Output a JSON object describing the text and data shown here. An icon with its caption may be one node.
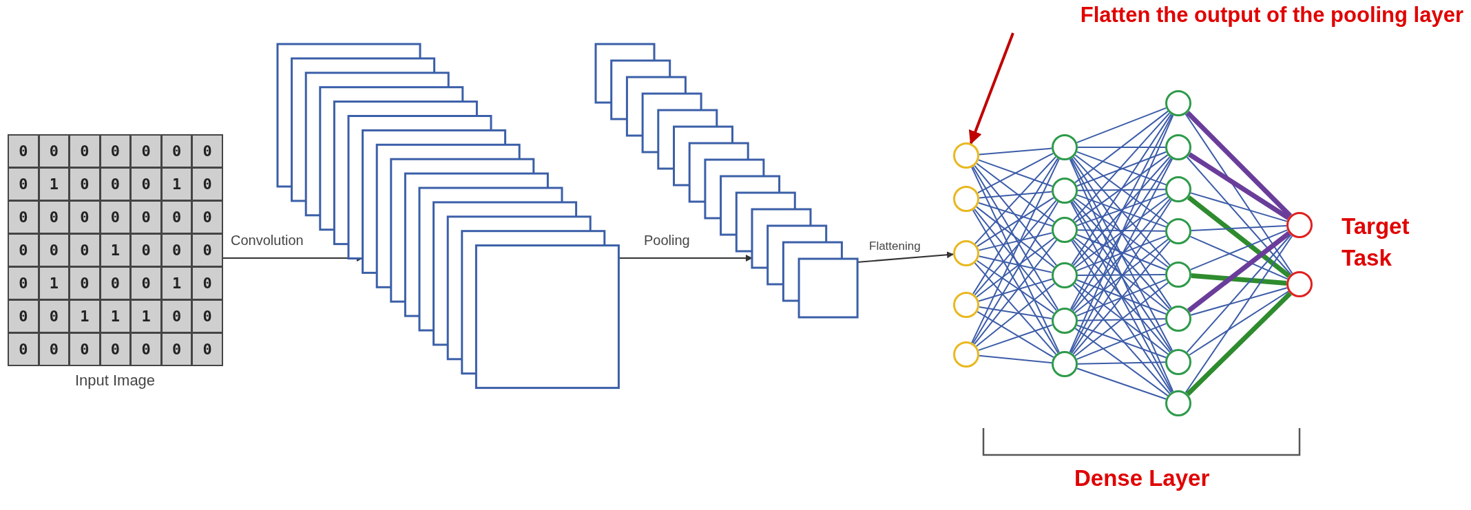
{
  "diagram": {
    "nodes": [
      {
        "text": [],
        "shape": "box",
        "beside": [
          "Input Image"
        ]
      },
      {
        "text": [],
        "shape": "box"
      },
      {
        "text": [],
        "shape": "box"
      },
      {
        "text": [
          "Flatten the output of the pooling layer"
        ]
      },
      {
        "text": [],
        "shape": "circle"
      },
      {
        "text": [],
        "shape": "circle"
      },
      {
        "text": [],
        "shape": "circle"
      },
      {
        "text": [],
        "shape": "circle"
      },
      {
        "text": [],
        "shape": "circle"
      },
      {
        "text": [],
        "shape": "circle"
      },
      {
        "text": [],
        "shape": "circle"
      },
      {
        "text": [],
        "shape": "circle"
      },
      {
        "text": [],
        "shape": "circle"
      },
      {
        "text": [],
        "shape": "circle"
      },
      {
        "text": [],
        "shape": "circle"
      },
      {
        "text": [],
        "shape": "circle"
      },
      {
        "text": [],
        "shape": "circle"
      },
      {
        "text": [],
        "shape": "circle"
      },
      {
        "text": [],
        "shape": "circle"
      },
      {
        "text": [],
        "shape": "circle"
      },
      {
        "text": [],
        "shape": "circle"
      },
      {
        "text": [],
        "shape": "circle"
      },
      {
        "text": [],
        "shape": "circle"
      },
      {
        "text": [],
        "shape": "circle"
      },
      {
        "text": [],
        "shape": "circle"
      }
    ],
    "edges": [
      {
        "from": 0,
        "to": 1,
        "arrow": "to",
        "label": "Convolution",
        "color": "#333333"
      },
      {
        "from": 1,
        "to": 2,
        "arrow": "to",
        "label": "Pooling",
        "color": "#333333"
      },
      {
        "from": 2,
        "to": 6,
        "arrow": "to",
        "label": "Flattening",
        "color": "#333333"
      },
      {
        "from": 3,
        "to": 4,
        "arrow": "to",
        "color": "#c00000"
      },
      {
        "from": 4,
        "to": 9,
        "arrow": "none"
      },
      {
        "from": 4,
        "to": 10,
        "arrow": "none"
      },
      {
        "from": 4,
        "to": 11,
        "arrow": "none"
      },
      {
        "from": 4,
        "to": 12,
        "arrow": "none"
      },
      {
        "from": 4,
        "to": 13,
        "arrow": "none"
      },
      {
        "from": 4,
        "to": 14,
        "arrow": "none"
      },
      {
        "from": 5,
        "to": 9,
        "arrow": "none"
      },
      {
        "from": 5,
        "to": 10,
        "arrow": "none"
      },
      {
        "from": 5,
        "to": 11,
        "arrow": "none"
      },
      {
        "from": 5,
        "to": 12,
        "arrow": "none"
      },
      {
        "from": 5,
        "to": 13,
        "arrow": "none"
      },
      {
        "from": 5,
        "to": 14,
        "arrow": "none"
      },
      {
        "from": 6,
        "to": 9,
        "arrow": "none"
      },
      {
        "from": 6,
        "to": 10,
        "arrow": "none"
      },
      {
        "from": 6,
        "to": 11,
        "arrow": "none"
      },
      {
        "from": 6,
        "to": 12,
        "arrow": "none"
      },
      {
        "from": 6,
        "to": 13,
        "arrow": "none"
      },
      {
        "from": 6,
        "to": 14,
        "arrow": "none"
      },
      {
        "from": 7,
        "to": 9,
        "arrow": "none"
      },
      {
        "from": 7,
        "to": 10,
        "arrow": "none"
      },
      {
        "from": 7,
        "to": 11,
        "arrow": "none"
      },
      {
        "from": 7,
        "to": 12,
        "arrow": "none"
      },
      {
        "from": 7,
        "to": 13,
        "arrow": "none"
      },
      {
        "from": 7,
        "to": 14,
        "arrow": "none"
      },
      {
        "from": 8,
        "to": 9,
        "arrow": "none"
      },
      {
        "from": 8,
        "to": 10,
        "arrow": "none"
      },
      {
        "from": 8,
        "to": 11,
        "arrow": "none"
      },
      {
        "from": 8,
        "to": 12,
        "arrow": "none"
      },
      {
        "from": 8,
        "to": 13,
        "arrow": "none"
      },
      {
        "from": 8,
        "to": 14,
        "arrow": "none"
      },
      {
        "from": 9,
        "to": 15,
        "arrow": "none"
      },
      {
        "from": 9,
        "to": 16,
        "arrow": "none"
      },
      {
        "from": 9,
        "to": 17,
        "arrow": "none"
      },
      {
        "from": 9,
        "to": 18,
        "arrow": "none"
      },
      {
        "from": 9,
        "to": 19,
        "arrow": "none"
      },
      {
        "from": 9,
        "to": 20,
        "arrow": "none"
      },
      {
        "from": 9,
        "to": 21,
        "arrow": "none"
      },
      {
        "from": 9,
        "to": 22,
        "arrow": "none"
      },
      {
        "from": 10,
        "to": 15,
        "arrow": "none"
      },
      {
        "from": 10,
        "to": 16,
        "arrow": "none"
      },
      {
        "from": 10,
        "to": 17,
        "arrow": "none"
      },
      {
        "from": 10,
        "to": 18,
        "arrow": "none"
      },
      {
        "from": 10,
        "to": 19,
        "arrow": "none"
      },
      {
        "from": 10,
        "to": 20,
        "arrow": "none"
      },
      {
        "from": 10,
        "to": 21,
        "arrow": "none"
      },
      {
        "from": 10,
        "to": 22,
        "arrow": "none"
      },
      {
        "from": 11,
        "to": 15,
        "arrow": "none"
      },
      {
        "from": 11,
        "to": 16,
        "arrow": "none"
      },
      {
        "from": 11,
        "to": 17,
        "arrow": "none"
      },
      {
        "from": 11,
        "to": 18,
        "arrow": "none"
      },
      {
        "from": 11,
        "to": 19,
        "arrow": "none"
      },
      {
        "from": 11,
        "to": 20,
        "arrow": "none"
      },
      {
        "from": 11,
        "to": 21,
        "arrow": "none"
      },
      {
        "from": 11,
        "to": 22,
        "arrow": "none"
      },
      {
        "from": 12,
        "to": 15,
        "arrow": "none"
      },
      {
        "from": 12,
        "to": 16,
        "arrow": "none"
      },
      {
        "from": 12,
        "to": 17,
        "arrow": "none"
      },
      {
        "from": 12,
        "to": 18,
        "arrow": "none"
      },
      {
        "from": 12,
        "to": 19,
        "arrow": "none"
      },
      {
        "from": 12,
        "to": 20,
        "arrow": "none"
      },
      {
        "from": 12,
        "to": 21,
        "arrow": "none"
      },
      {
        "from": 12,
        "to": 22,
        "arrow": "none"
      },
      {
        "from": 13,
        "to": 15,
        "arrow": "none"
      },
      {
        "from": 13,
        "to": 16,
        "arrow": "none"
      },
      {
        "from": 13,
        "to": 17,
        "arrow": "none"
      },
      {
        "from": 13,
        "to": 18,
        "arrow": "none"
      },
      {
        "from": 13,
        "to": 19,
        "arrow": "none"
      },
      {
        "from": 13,
        "to": 20,
        "arrow": "none"
      },
      {
        "from": 13,
        "to": 21,
        "arrow": "none"
      },
      {
        "from": 13,
        "to": 22,
        "arrow": "none"
      },
      {
        "from": 14,
        "to": 15,
        "arrow": "none"
      },
      {
        "from": 14,
        "to": 16,
        "arrow": "none"
      },
      {
        "from": 14,
        "to": 17,
        "arrow": "none"
      },
      {
        "from": 14,
        "to": 18,
        "arrow": "none"
      },
      {
        "from": 14,
        "to": 19,
        "arrow": "none"
      },
      {
        "from": 14,
        "to": 20,
        "arrow": "none"
      },
      {
        "from": 14,
        "to": 21,
        "arrow": "none"
      },
      {
        "from": 14,
        "to": 22,
        "arrow": "none"
      },
      {
        "from": 15,
        "to": 23,
        "arrow": "none",
        "style": "thick",
        "color": "#6a3d9a"
      },
      {
        "from": 15,
        "to": 24,
        "arrow": "none"
      },
      {
        "from": 16,
        "to": 23,
        "arrow": "none",
        "style": "thick",
        "color": "#6a3d9a"
      },
      {
        "from": 16,
        "to": 24,
        "arrow": "none"
      },
      {
        "from": 17,
        "to": 23,
        "arrow": "none"
      },
      {
        "from": 17,
        "to": 24,
        "arrow": "none",
        "style": "thick",
        "color": "#2e8b2e"
      },
      {
        "from": 18,
        "to": 23,
        "arrow": "none"
      },
      {
        "from": 18,
        "to": 24,
        "arrow": "none"
      },
      {
        "from": 19,
        "to": 23,
        "arrow": "none"
      },
      {
        "from": 19,
        "to": 24,
        "arrow": "none",
        "style": "thick",
        "color": "#2e8b2e"
      },
      {
        "from": 20,
        "to": 23,
        "arrow": "none",
        "style": "thick",
        "color": "#6a3d9a"
      },
      {
        "from": 20,
        "to": 24,
        "arrow": "none"
      },
      {
        "from": 21,
        "to": 23,
        "arrow": "none"
      },
      {
        "from": 21,
        "to": 24,
        "arrow": "none"
      },
      {
        "from": 22,
        "to": 23,
        "arrow": "none"
      },
      {
        "from": 22,
        "to": 24,
        "arrow": "none",
        "style": "thick",
        "color": "#2e8b2e"
      }
    ],
    "labels": [
      "0",
      "0",
      "0",
      "0",
      "0",
      "0",
      "0",
      "0",
      "1",
      "0",
      "0",
      "0",
      "1",
      "0",
      "0",
      "0",
      "0",
      "0",
      "0",
      "0",
      "0",
      "0",
      "0",
      "0",
      "1",
      "0",
      "0",
      "0",
      "0",
      "1",
      "0",
      "0",
      "0",
      "1",
      "0",
      "0",
      "0",
      "1",
      "1",
      "1",
      "0",
      "0",
      "0",
      "0",
      "0",
      "0",
      "0",
      "0",
      "0",
      "Target Task",
      "Dense Layer"
    ]
  }
}
